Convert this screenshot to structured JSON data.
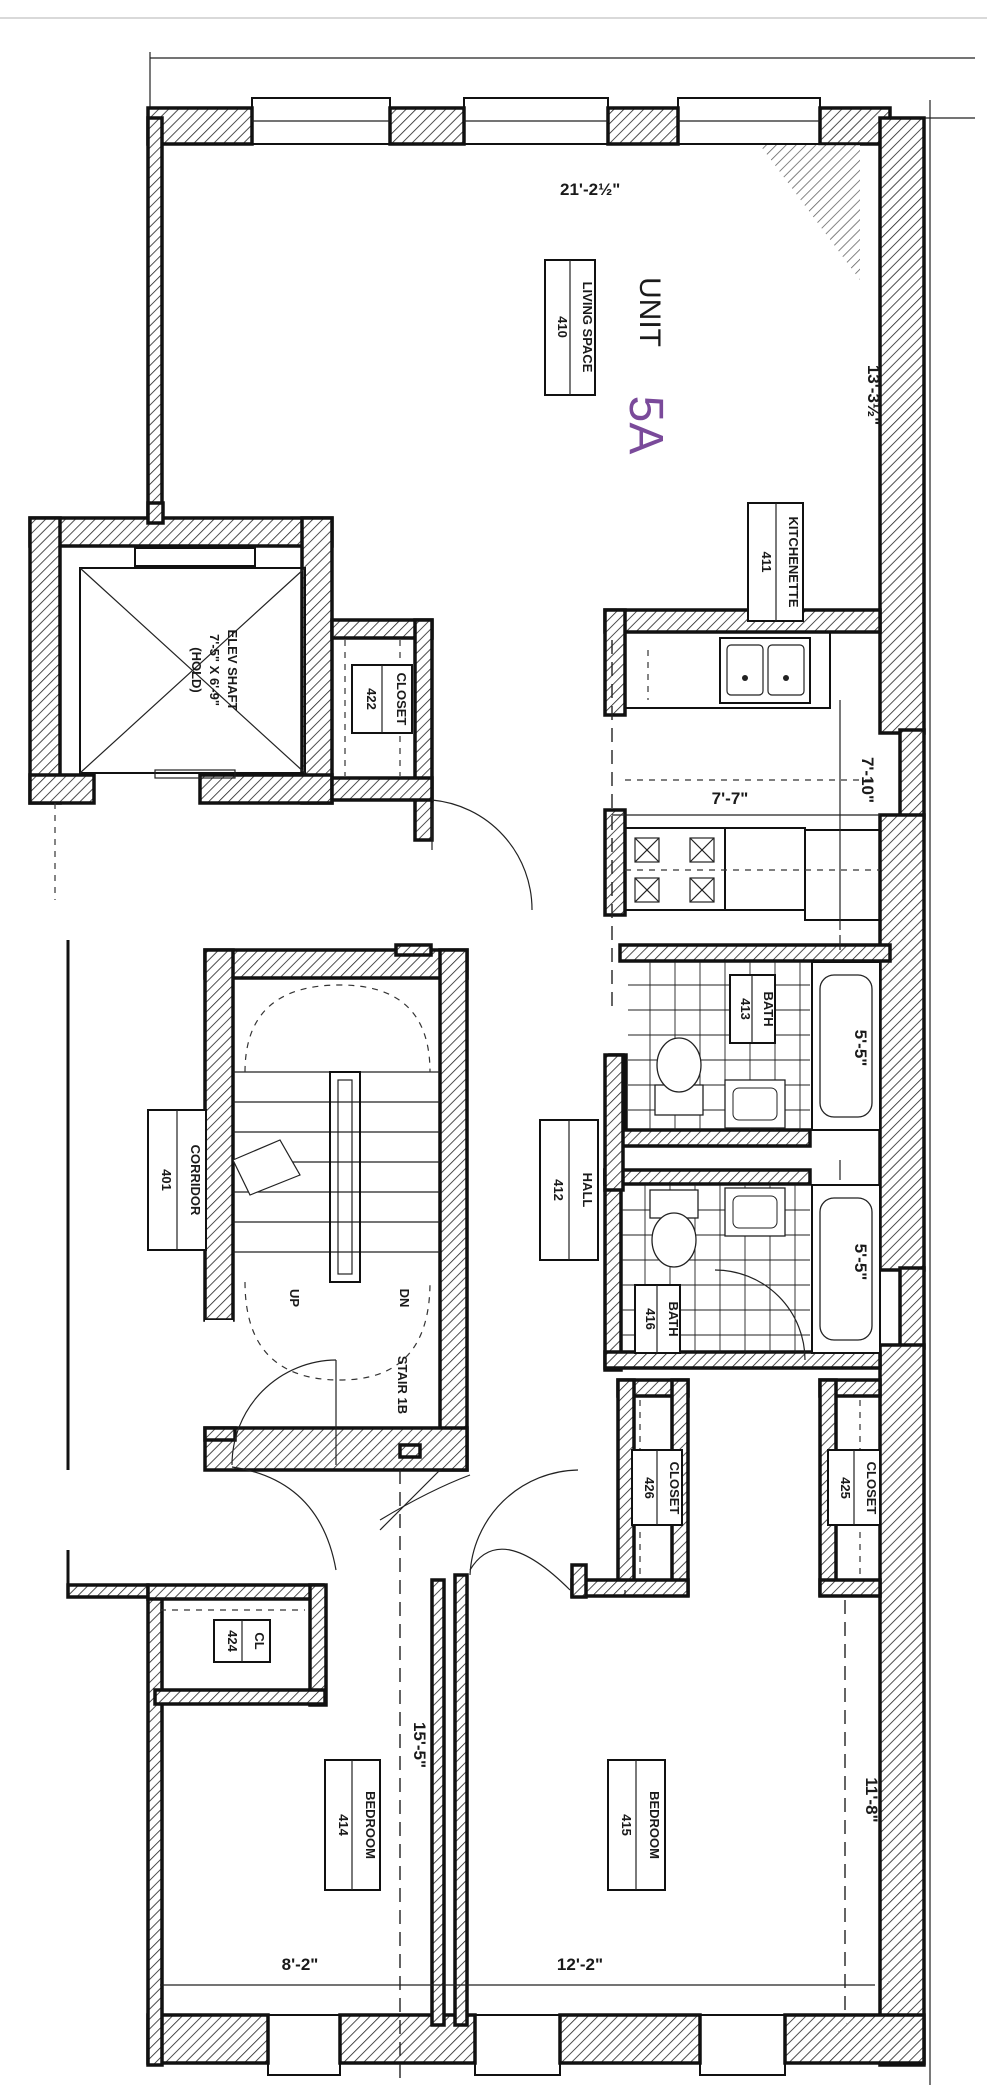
{
  "unit": {
    "label": "UNIT",
    "handwritten_id": "5A"
  },
  "rooms": {
    "living": {
      "name": "LIVING SPACE",
      "number": "410"
    },
    "kitchenette": {
      "name": "KITCHENETTE",
      "number": "411"
    },
    "hall": {
      "name": "HALL",
      "number": "412"
    },
    "bath_413": {
      "name": "BATH",
      "number": "413"
    },
    "bedroom_414": {
      "name": "BEDROOM",
      "number": "414"
    },
    "bedroom_415": {
      "name": "BEDROOM",
      "number": "415"
    },
    "bath_416": {
      "name": "BATH",
      "number": "416"
    },
    "closet_422": {
      "name": "CLOSET",
      "number": "422"
    },
    "cl_424": {
      "name": "CL",
      "number": "424"
    },
    "closet_425": {
      "name": "CLOSET",
      "number": "425"
    },
    "closet_426": {
      "name": "CLOSET",
      "number": "426"
    },
    "corridor": {
      "name": "CORRIDOR",
      "number": "401"
    }
  },
  "elevator": {
    "line1": "ELEV SHAFT",
    "line2": "7'-5\" X 6'-9\"",
    "line3": "(HOLD)"
  },
  "stair": {
    "name": "STAIR 1B",
    "up": "UP",
    "dn": "DN"
  },
  "dimensions": {
    "living_width": "21'-2½\"",
    "living_depth": "13'-3½\"",
    "kitchen_depth": "7'-10\"",
    "kitchen_width": "7'-7\"",
    "bath_413": "5'-5\"",
    "bath_416": "5'-5\"",
    "bedroom_415_depth": "11'-8\"",
    "bedroom_414_depth": "15'-5\"",
    "bedroom_414_width": "8'-2\"",
    "bedroom_415_width": "12'-2\""
  }
}
